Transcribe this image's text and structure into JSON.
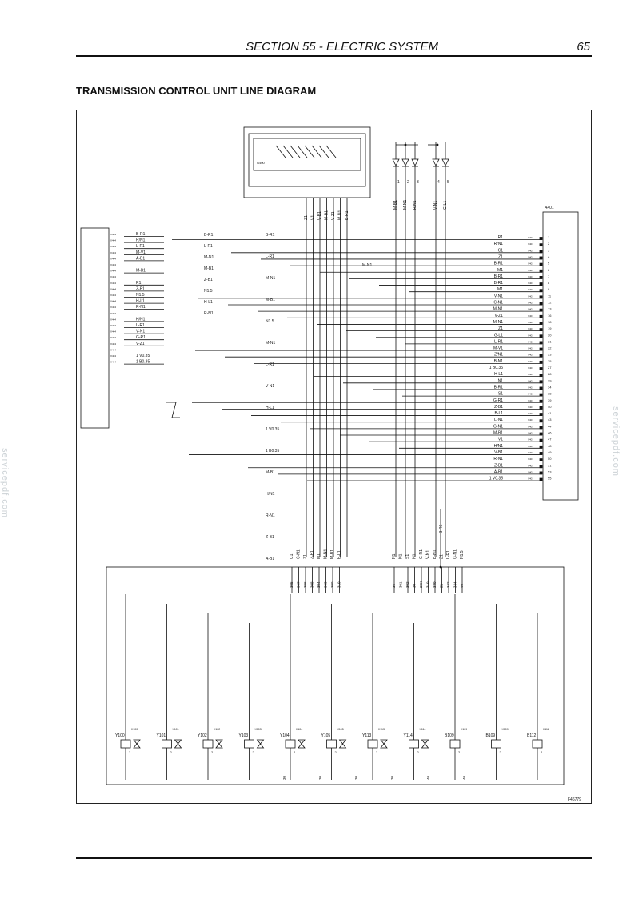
{
  "header": {
    "section_title": "SECTION 55 - ELECTRIC SYSTEM",
    "page_number": "65"
  },
  "diagram_title": "TRANSMISSION CONTROL UNIT LINE DIAGRAM",
  "figure_code": "F46779",
  "watermark": "servicepdf.com",
  "components": {
    "unit": "A401",
    "top_connector": "G400",
    "pin_prefix": "X401"
  },
  "left_block_wires": [
    "B-R1",
    "R/N1",
    "L-R1",
    "M-V1",
    "A-B1",
    "",
    "M-B1",
    "",
    "R1",
    "Z-B1",
    "N1.5",
    "H-L1",
    "R-N1",
    "",
    "H/N1",
    "L-R1",
    "V-N1",
    "G-R1",
    "V-Z1",
    "",
    "1 V0.35",
    "1 B0.35"
  ],
  "mid_wire_labels": [
    "B-R1",
    "L-R1",
    "M-N1",
    "M-B1",
    "Z-B1",
    "N1.5",
    "H-L1",
    "R-N1"
  ],
  "center_wire_labels": [
    "B-R1",
    "L-R1",
    "M-N1",
    "M-B1",
    "N1.5",
    "M-N1",
    "L-R1",
    "V-N1",
    "H-L1",
    "1 V0.35",
    "1 B0.35",
    "M-B1",
    "H/N1",
    "R-N1",
    "Z-B1",
    "A-B1"
  ],
  "top_drop_labels": [
    "Z1",
    "V1",
    "V-B1",
    "M-B1",
    "V-Z1",
    "M-N1",
    "B-R1"
  ],
  "diode_numbers": [
    "1",
    "2",
    "3",
    "4",
    "5"
  ],
  "diode_wires": [
    "M-B1",
    "M-N1",
    "R/N1",
    "V-N1",
    "G-L1"
  ],
  "a401_pins": [
    {
      "wire": "R1",
      "pin": "1"
    },
    {
      "wire": "R/N1",
      "pin": "2"
    },
    {
      "wire": "C1",
      "pin": "3"
    },
    {
      "wire": "Z1",
      "pin": "4"
    },
    {
      "wire": "B-R1",
      "pin": "5"
    },
    {
      "wire": "M1",
      "pin": "6"
    },
    {
      "wire": "B-R1",
      "pin": "7"
    },
    {
      "wire": "B-R1",
      "pin": "8"
    },
    {
      "wire": "M1",
      "pin": "9"
    },
    {
      "wire": "V-N1",
      "pin": "11"
    },
    {
      "wire": "C-N1",
      "pin": "12"
    },
    {
      "wire": "M-N1",
      "pin": "13"
    },
    {
      "wire": "V-Z1",
      "pin": "16"
    },
    {
      "wire": "M-N1",
      "pin": "18"
    },
    {
      "wire": "Z1",
      "pin": "19"
    },
    {
      "wire": "G-L1",
      "pin": "20"
    },
    {
      "wire": "L-R1",
      "pin": "21"
    },
    {
      "wire": "M-V1",
      "pin": "22"
    },
    {
      "wire": "Z/N1",
      "pin": "23"
    },
    {
      "wire": "B-N1",
      "pin": "25"
    },
    {
      "wire": "1 B0.35",
      "pin": "27"
    },
    {
      "wire": "H-L1",
      "pin": "28"
    },
    {
      "wire": "N1",
      "pin": "29"
    },
    {
      "wire": "B-R1",
      "pin": "34"
    },
    {
      "wire": "S1",
      "pin": "38"
    },
    {
      "wire": "G-R1",
      "pin": "39"
    },
    {
      "wire": "Z-B1",
      "pin": "40"
    },
    {
      "wire": "B-L1",
      "pin": "41"
    },
    {
      "wire": "L-N1",
      "pin": "43"
    },
    {
      "wire": "G-N1",
      "pin": "44"
    },
    {
      "wire": "M-B1",
      "pin": "46"
    },
    {
      "wire": "V1",
      "pin": "47"
    },
    {
      "wire": "H/N1",
      "pin": "48"
    },
    {
      "wire": "V-B1",
      "pin": "49"
    },
    {
      "wire": "R-N1",
      "pin": "50"
    },
    {
      "wire": "Z-B1",
      "pin": "51"
    },
    {
      "wire": "A-B1",
      "pin": "53"
    },
    {
      "wire": "1 V0.35",
      "pin": "55"
    }
  ],
  "lower_left_connector": {
    "wires": [
      "C1",
      "C-N1",
      "Z1",
      "Z-B1",
      "M1",
      "M-N1",
      "M-B1",
      "B-L1"
    ],
    "pins": [
      "305",
      "307",
      "306",
      "308",
      "304",
      "303",
      "309",
      "310"
    ]
  },
  "lower_right_connector": {
    "wires": [
      "N1",
      "N1",
      "S1",
      "N1",
      "G-R1",
      "V-N1",
      "B-N1",
      "Z1",
      "L-R1",
      "G-N1",
      "N1.5"
    ],
    "pins": [
      "36",
      "301",
      "302",
      "30",
      "28X",
      "310",
      "330",
      "Z1",
      "342",
      "344",
      "40"
    ]
  },
  "vertical_tap_label": "B-R1",
  "actuators": [
    {
      "name": "Y100",
      "conn": "X100"
    },
    {
      "name": "Y101",
      "conn": "X101"
    },
    {
      "name": "Y102",
      "conn": "X102"
    },
    {
      "name": "Y103",
      "conn": "X103"
    },
    {
      "name": "Y104",
      "conn": "X104"
    },
    {
      "name": "Y105",
      "conn": "X105"
    },
    {
      "name": "Y113",
      "conn": "X113"
    },
    {
      "name": "Y114",
      "conn": "X114"
    },
    {
      "name": "B109",
      "conn": "X109"
    },
    {
      "name": "B109",
      "conn": "X109"
    },
    {
      "name": "B112",
      "conn": "X112"
    }
  ],
  "ground_labels": [
    "30",
    "30",
    "30",
    "30",
    "40",
    "40"
  ],
  "colors": {
    "line": "#111111",
    "frame": "#222222",
    "watermark": "#ccd2d6"
  }
}
